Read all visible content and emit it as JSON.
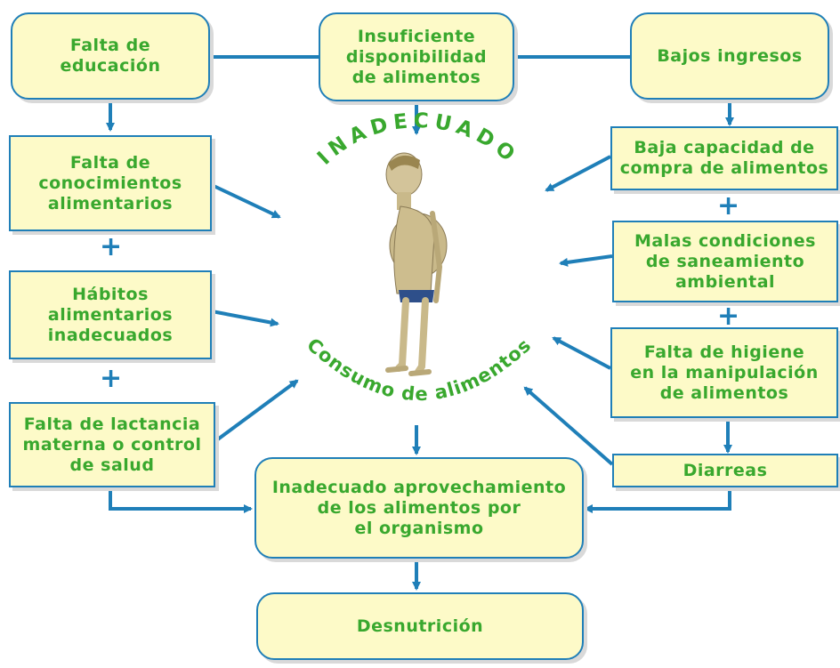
{
  "boxes": {
    "falta_educacion": "Falta de\neducación",
    "insuficiente": "Insuficiente\ndisponibilidad\nde alimentos",
    "bajos_ingresos": "Bajos ingresos",
    "falta_conocimientos": "Falta de\nconocimientos\nalimentarios",
    "habitos": "Hábitos\nalimentarios\ninadecuados",
    "lactancia": "Falta de lactancia\nmaterna o control\nde salud",
    "baja_capacidad": "Baja capacidad de\ncompra de alimentos",
    "malas_condiciones": "Malas condiciones\nde saneamiento\nambiental",
    "falta_higiene": "Falta de higiene\nen la manipulación\nde alimentos",
    "diarreas": "Diarreas",
    "aprovechamiento": "Inadecuado aprovechamiento\nde los alimentos por\nel organismo",
    "desnutricion": "Desnutrición"
  },
  "center": {
    "top_arc": "INADECUADO",
    "bottom_arc": "Consumo de alimentos"
  },
  "plus_sign": "+",
  "colors": {
    "box_fill": "#fdfac8",
    "box_border": "#1f7fb8",
    "text_green": "#39a82e",
    "arrow_blue": "#1f7fb8"
  }
}
